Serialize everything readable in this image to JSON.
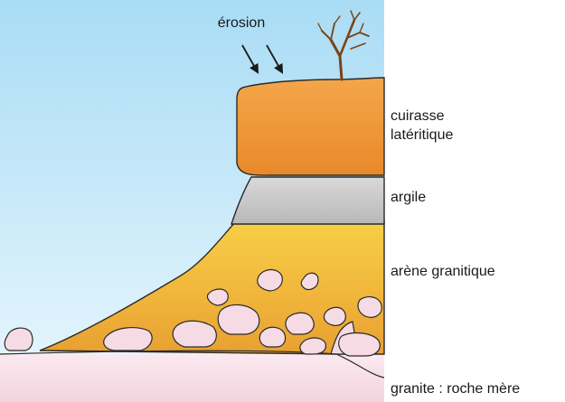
{
  "labels": {
    "erosion": "érosion",
    "cuirasse": "cuirasse\nlatéritique",
    "argile": "argile",
    "arene": "arène granitique",
    "granite": "granite : roche mère"
  }
}
